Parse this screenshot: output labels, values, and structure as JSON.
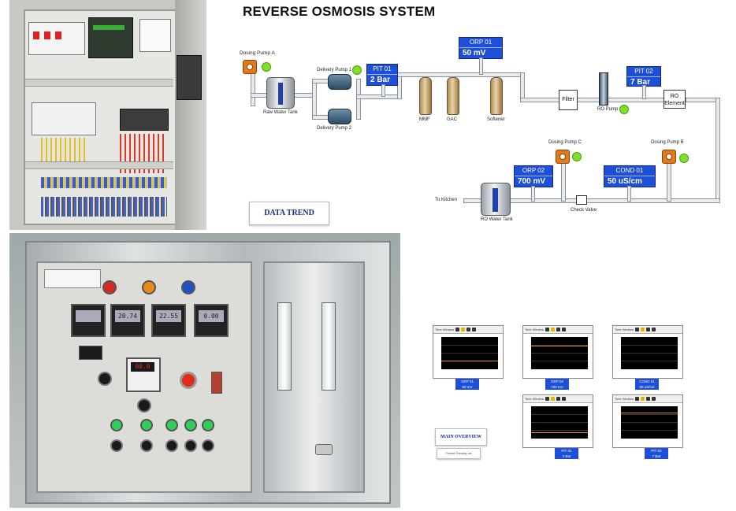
{
  "title": "REVERSE OSMOSIS SYSTEM",
  "instruments": {
    "pit01": {
      "tag": "PIT 01",
      "value": "2 Bar"
    },
    "orp01": {
      "tag": "ORP 01",
      "value": "50 mV"
    },
    "pit02": {
      "tag": "PIT 02",
      "value": "7 Bar"
    },
    "orp02": {
      "tag": "ORP 02",
      "value": "700 mV"
    },
    "cond01": {
      "tag": "COND 01",
      "value": "50 uS/cm"
    }
  },
  "labels": {
    "dosing_a": "Dosing Pump A",
    "raw_tank": "Raw Water Tank",
    "delivery1": "Delivery Pump 1",
    "delivery2": "Delivery Pump 2",
    "mmf": "MMF",
    "gac": "GAC",
    "softener": "Softener",
    "filter": "Filter",
    "ro_pump": "RO Pump",
    "ro_element": "RO Element",
    "dosing_c": "Dosing Pump C",
    "dosing_b": "Dosing Pump B",
    "to_kitchen": "To Kitchen",
    "ro_tank": "RO Water Tank",
    "check_valve": "Check Valve"
  },
  "buttons": {
    "data_trend": "DATA TREND",
    "main_overview": "MAIN OVERVIEW",
    "small": "Product Trending List"
  },
  "trends": [
    {
      "toolbar": "Time Window",
      "tag": "ORP 01",
      "value": "50 mV"
    },
    {
      "toolbar": "Time Window",
      "tag": "ORP 02",
      "value": "700 mV"
    },
    {
      "toolbar": "Time Window",
      "tag": "COND 01",
      "value": "50 uS/cm"
    },
    {
      "toolbar": "Time Window",
      "tag": "PIT 01",
      "value": "2 Bar"
    },
    {
      "toolbar": "Time Window",
      "tag": "PIT 02",
      "value": "7 Bar"
    }
  ],
  "cabinet": {
    "meters": [
      "",
      "20.74",
      "22.55",
      "0.00"
    ],
    "controller": "00.0"
  },
  "colors": {
    "tag_blue": "#1d4fd8",
    "led_green": "#7ee02a",
    "pump_orange": "#e07a1a",
    "trend_line": "#e0901a"
  }
}
